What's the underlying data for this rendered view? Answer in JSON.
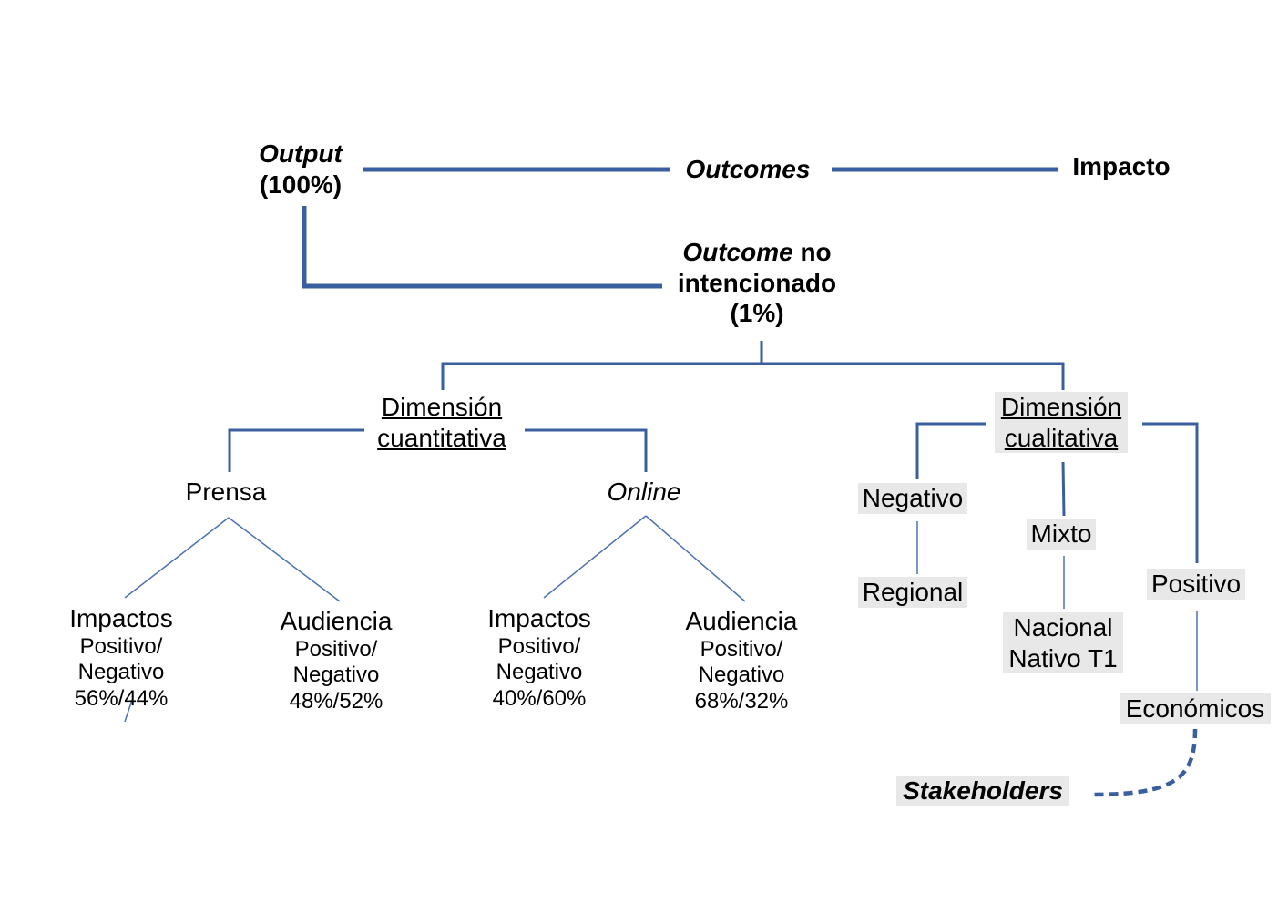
{
  "top": {
    "output_em": "Output",
    "output_pct": "(100%)",
    "outcomes": "Outcomes",
    "impacto": "Impacto"
  },
  "unintended": {
    "line1_em": "Outcome",
    "line1_rest": " no",
    "line2": "intencionado",
    "line3": "(1%)"
  },
  "quantitative": {
    "title_line1": "Dimensión",
    "title_line2": "cuantitativa",
    "prensa": {
      "label": "Prensa",
      "impactos": {
        "title": "Impactos",
        "line2": "Positivo/",
        "line3": "Negativo",
        "ratio": "56%/44%"
      },
      "audiencia": {
        "title": "Audiencia",
        "line2": "Positivo/",
        "line3": "Negativo",
        "ratio": "48%/52%"
      }
    },
    "online": {
      "label": "Online",
      "impactos": {
        "title": "Impactos",
        "line2": "Positivo/",
        "line3": "Negativo",
        "ratio": "40%/60%"
      },
      "audiencia": {
        "title": "Audiencia",
        "line2": "Positivo/",
        "line3": "Negativo",
        "ratio": "68%/32%"
      }
    }
  },
  "qualitative": {
    "title_line1": "Dimensión",
    "title_line2": "cualitativa",
    "negativo": "Negativo",
    "regional": "Regional",
    "mixto": "Mixto",
    "nacional_line1": "Nacional",
    "nacional_line2": "Nativo T1",
    "positivo": "Positivo",
    "economicos": "Económicos",
    "stakeholders": "Stakeholders"
  },
  "colors": {
    "main_line": "#3a5f9e",
    "thin_line": "#4a72b0",
    "highlight": "#e8e8e8"
  }
}
